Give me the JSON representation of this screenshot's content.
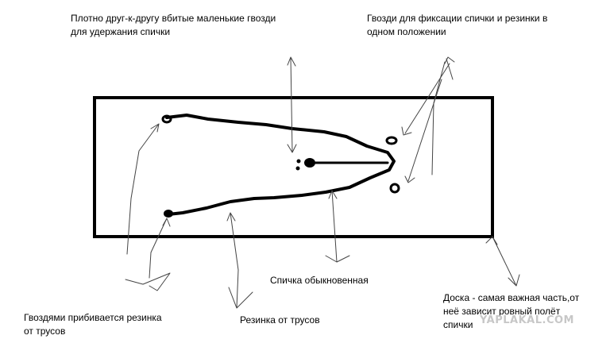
{
  "labels": {
    "nails_tight": [
      "Плотно друг-к-другу вбитые маленькие гвозди",
      "для удержания спички"
    ],
    "nails_fix": [
      "Гвозди для фиксации спички и резинки в",
      "одном положении"
    ],
    "match": "Спичка обыкновенная",
    "nails_elastic": [
      "Гвоздями прибивается резинка",
      "от трусов"
    ],
    "elastic": "Резинка от трусов",
    "board": [
      "Доска - самая важная часть,от",
      "неё зависит ровный полёт",
      "спички"
    ]
  },
  "watermark": "YAPLAKAL.COM",
  "colors": {
    "ink": "#000000",
    "background": "#ffffff",
    "watermark": "#c7c7c7"
  }
}
